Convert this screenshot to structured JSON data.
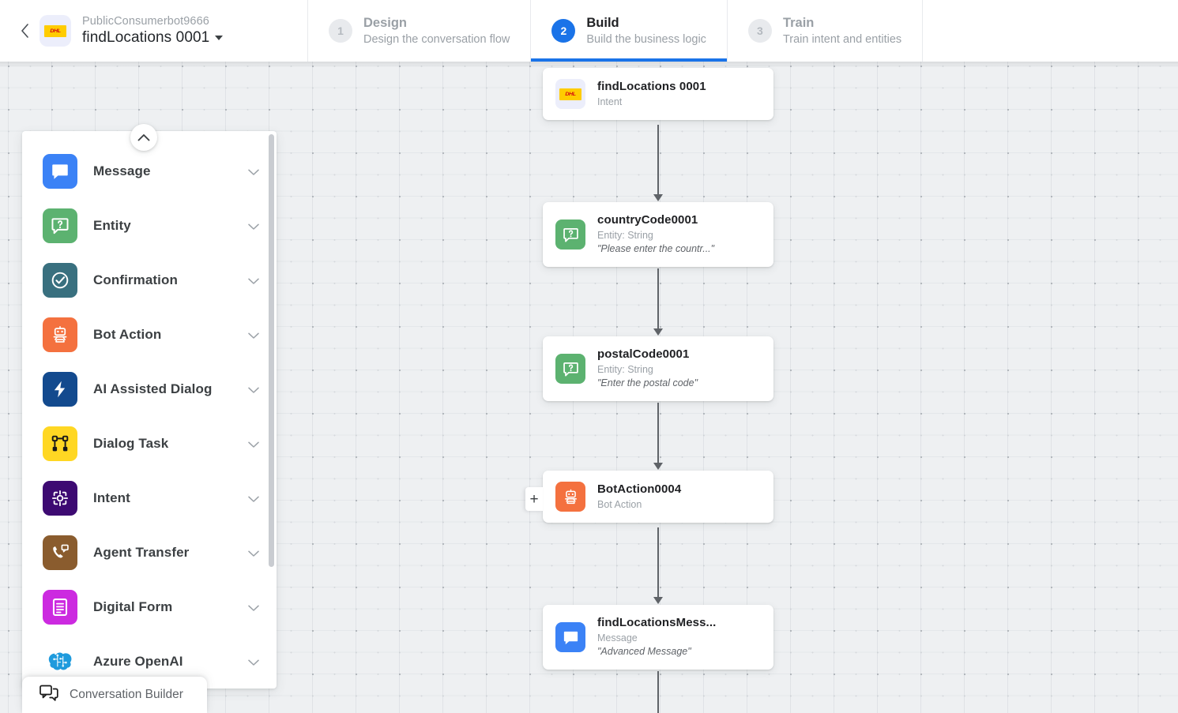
{
  "header": {
    "back_icon": "chevron-left-icon",
    "bot_logo": "dhl-logo-icon",
    "bot_logo_text": "DHL",
    "bot_name": "PublicConsumerbot9666",
    "flow_title": "findLocations 0001",
    "dropdown_icon": "caret-down-icon",
    "steps": [
      {
        "num": "1",
        "name": "Design",
        "sub": "Design the conversation flow",
        "active": false
      },
      {
        "num": "2",
        "name": "Build",
        "sub": "Build the business logic",
        "active": true
      },
      {
        "num": "3",
        "name": "Train",
        "sub": "Train intent and entities",
        "active": false
      }
    ]
  },
  "sidebar": {
    "collapse_icon": "chevron-up-icon",
    "items": [
      {
        "label": "Message",
        "icon": "message-bubble-icon",
        "color": "#3b82f6"
      },
      {
        "label": "Entity",
        "icon": "entity-question-icon",
        "color": "#5cb270"
      },
      {
        "label": "Confirmation",
        "icon": "check-circle-icon",
        "color": "#39707f"
      },
      {
        "label": "Bot Action",
        "icon": "robot-icon",
        "color": "#f4713f"
      },
      {
        "label": "AI Assisted Dialog",
        "icon": "lightning-bolt-icon",
        "color": "#134a8e"
      },
      {
        "label": "Dialog Task",
        "icon": "flow-nodes-icon",
        "color": "#ffd723"
      },
      {
        "label": "Intent",
        "icon": "target-crosshair-icon",
        "color": "#3d0a72"
      },
      {
        "label": "Agent Transfer",
        "icon": "phone-chat-icon",
        "color": "#8a5c2e"
      },
      {
        "label": "Digital Form",
        "icon": "document-form-icon",
        "color": "#cc2ae0"
      },
      {
        "label": "Azure OpenAI",
        "icon": "azure-openai-brain-icon",
        "color": "transparent"
      }
    ],
    "chevron_icon": "chevron-down-icon"
  },
  "canvas": {
    "add_node_label": "+",
    "nodes": [
      {
        "title": "findLocations 0001",
        "sub": "Intent",
        "quote": "",
        "icon": "dhl-logo-icon",
        "color": "#eceefb"
      },
      {
        "title": "countryCode0001",
        "sub": "Entity: String",
        "quote": "\"Please enter the countr...\"",
        "icon": "entity-question-icon",
        "color": "#5cb270"
      },
      {
        "title": "postalCode0001",
        "sub": "Entity: String",
        "quote": "\"Enter the postal code\"",
        "icon": "entity-question-icon",
        "color": "#5cb270"
      },
      {
        "title": "BotAction0004",
        "sub": "Bot Action",
        "quote": "",
        "icon": "robot-icon",
        "color": "#f4713f"
      },
      {
        "title": "findLocationsMess...",
        "sub": "Message",
        "quote": "\"Advanced Message\"",
        "icon": "message-bubble-icon",
        "color": "#3b82f6"
      }
    ]
  },
  "footer": {
    "conversation_builder_label": "Conversation Builder",
    "conversation_builder_icon": "conversation-bubbles-icon"
  },
  "colors": {
    "accent": "#1a73e8",
    "canvas_bg": "#eef0f2",
    "connector": "#5f6368"
  }
}
